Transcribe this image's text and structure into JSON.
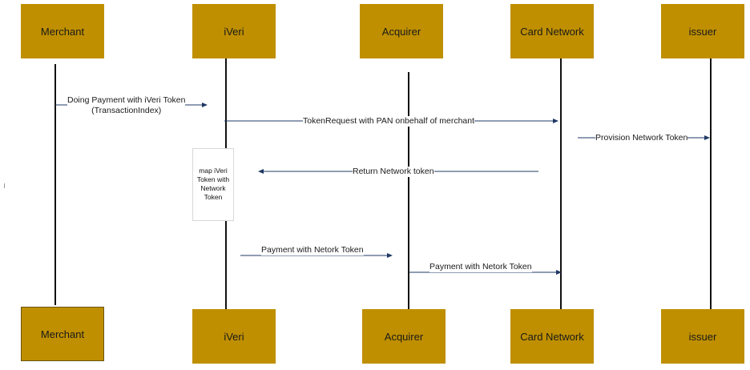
{
  "participants": {
    "merchant": "Merchant",
    "iveri": "iVeri",
    "acquirer": "Acquirer",
    "card_network": "Card Network",
    "issuer": "issuer"
  },
  "messages": {
    "m1_line1": "Doing Payment with  iVeri Token",
    "m1_line2": "(TransactionIndex)",
    "m2": "TokenRequest with PAN onbehalf of merchant",
    "m3": "Provision Network Token",
    "m4": "Return Network  token",
    "m5": "Payment with  Netork Token",
    "m6": "Payment with  Netork Token"
  },
  "note": {
    "line1": "map iVeri",
    "line2": "Token with",
    "line3": "Network",
    "line4": "Token"
  },
  "colors": {
    "participant_fill": "#bf8f00",
    "arrow": "#1f3864",
    "lifeline": "#111111"
  }
}
